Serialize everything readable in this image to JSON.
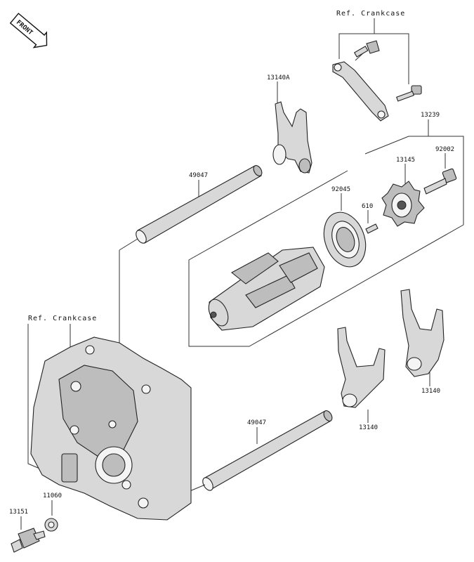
{
  "front_badge": {
    "text": "FRONT"
  },
  "refs": {
    "crankcase_top": "Ref. Crankcase",
    "crankcase_left": "Ref. Crankcase"
  },
  "parts": {
    "p13140A": "13140A",
    "p13239": "13239",
    "p92002": "92002",
    "p13145": "13145",
    "p49047_top": "49047",
    "p92045": "92045",
    "p610": "610",
    "p49047_bottom": "49047",
    "p13140_mid": "13140",
    "p13140_right": "13140",
    "p11060": "11060",
    "p13151": "13151"
  }
}
